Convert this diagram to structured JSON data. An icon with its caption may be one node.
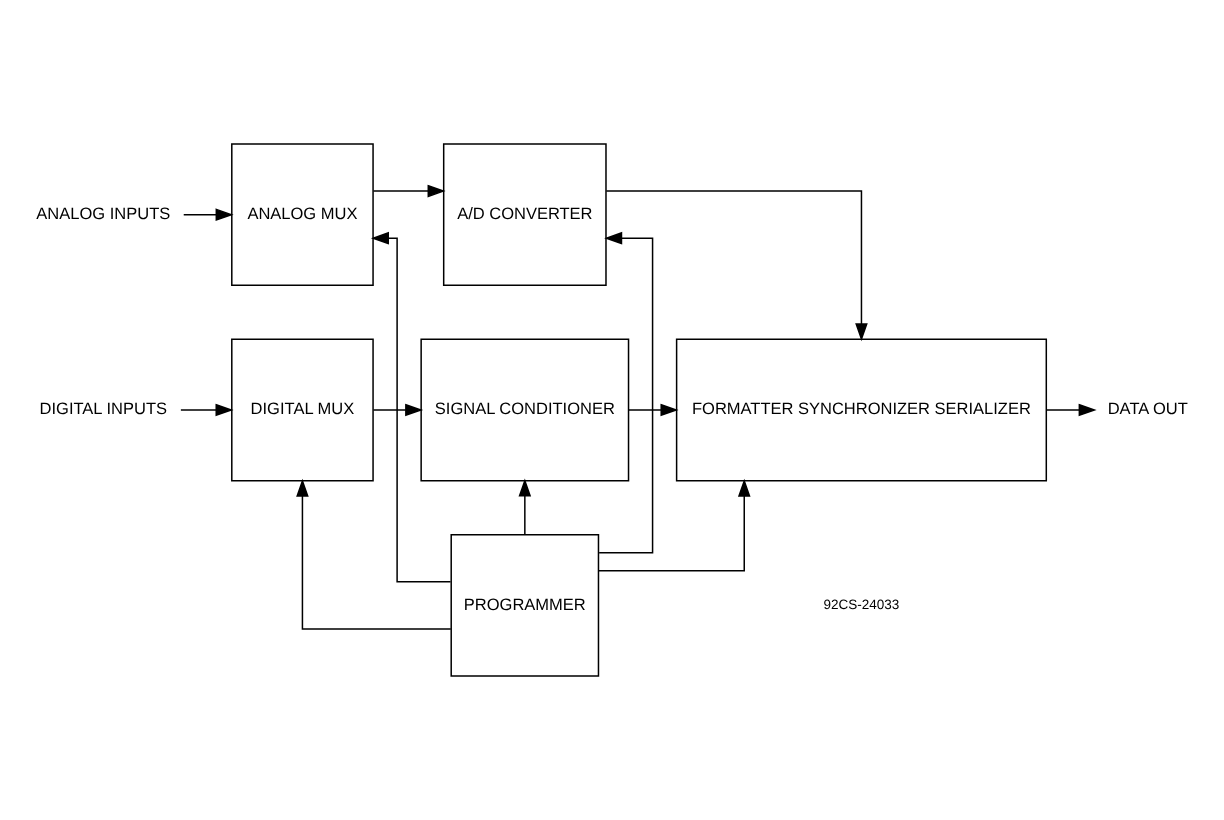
{
  "diagram": {
    "nodes": [
      {
        "text": [
          "ANALOG INPUTS"
        ]
      },
      {
        "text": [
          "ANALOG MUX"
        ]
      },
      {
        "text": [
          "A/D CONVERTER"
        ]
      },
      {
        "text": [
          "FORMATTER SYNCHRONIZER SERIALIZER"
        ]
      },
      {
        "text": [
          "DATA OUT"
        ]
      },
      {
        "text": [
          "DIGITAL INPUTS"
        ]
      },
      {
        "text": [
          "DIGITAL MUX"
        ]
      },
      {
        "text": [
          "SIGNAL CONDITIONER"
        ]
      },
      {
        "text": [
          "PROGRAMMER"
        ]
      }
    ],
    "edges": [
      {
        "from": 0,
        "to": 1,
        "arrow": "to"
      },
      {
        "from": 1,
        "to": 2,
        "arrow": "to"
      },
      {
        "from": 2,
        "to": 3,
        "arrow": "to"
      },
      {
        "from": 3,
        "to": 4,
        "arrow": "to"
      },
      {
        "from": 5,
        "to": 6,
        "arrow": "to"
      },
      {
        "from": 6,
        "to": 7,
        "arrow": "to"
      },
      {
        "from": 7,
        "to": 3,
        "arrow": "to"
      },
      {
        "from": 8,
        "to": 1,
        "arrow": "to"
      },
      {
        "from": 8,
        "to": 2,
        "arrow": "to"
      },
      {
        "from": 8,
        "to": 3,
        "arrow": "to"
      },
      {
        "from": 8,
        "to": 6,
        "arrow": "to"
      },
      {
        "from": 8,
        "to": 7,
        "arrow": "to"
      }
    ],
    "labels": [
      "92CS-24033"
    ]
  }
}
